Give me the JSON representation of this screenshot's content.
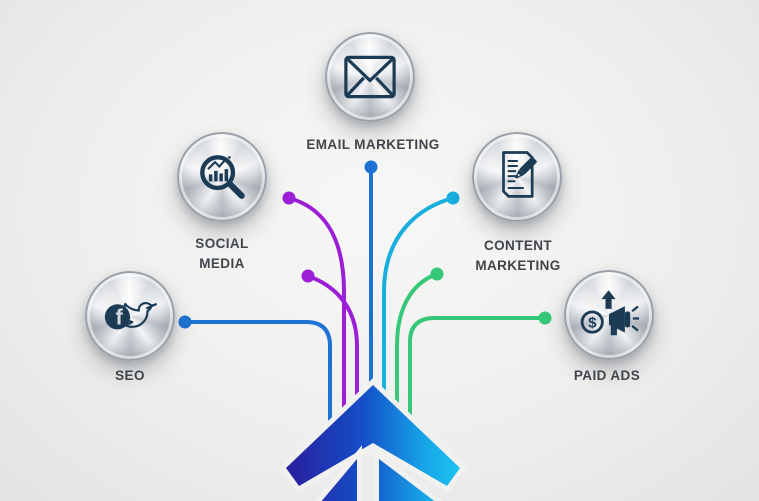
{
  "title": "Digital marketing channels infographic",
  "colors": {
    "background": "#f0f0ef",
    "icon_navy": "#1c3b55",
    "label_text": "#40454c",
    "line_blue": "#1e72d4",
    "line_purple": "#9c1fd8",
    "line_cyan": "#18aede",
    "line_green": "#35c878",
    "arrow_indigo": "#2a1d9e",
    "arrow_blue": "#1450c8",
    "arrow_cyan": "#1fc4f0",
    "halo": "#f1f1f0"
  },
  "badges": [
    {
      "id": "seo",
      "label": "SEO",
      "icon": "facebook-twitter-icon"
    },
    {
      "id": "social-media",
      "label": "SOCIAL\nMEDIA",
      "icon": "analytics-magnifier-icon"
    },
    {
      "id": "email-marketing",
      "label": "EMAIL MARKETING",
      "icon": "envelope-icon"
    },
    {
      "id": "content-marketing",
      "label": "CONTENT\nMARKETING",
      "icon": "document-pen-icon"
    },
    {
      "id": "paid-ads",
      "label": "PAID ADS",
      "icon": "money-megaphone-icon"
    }
  ],
  "connectors": [
    {
      "from": "seo",
      "color": "#1e72d4"
    },
    {
      "from": "social-media",
      "color": "#9c1fd8"
    },
    {
      "from": "social-media-short",
      "color": "#9c1fd8"
    },
    {
      "from": "email-marketing",
      "color": "#1e72d4"
    },
    {
      "from": "content-marketing",
      "color": "#18aede"
    },
    {
      "from": "paid-ads-short",
      "color": "#35c878"
    },
    {
      "from": "paid-ads",
      "color": "#35c878"
    }
  ],
  "arrow_logo": {
    "name": "upward-arrow-logo"
  }
}
